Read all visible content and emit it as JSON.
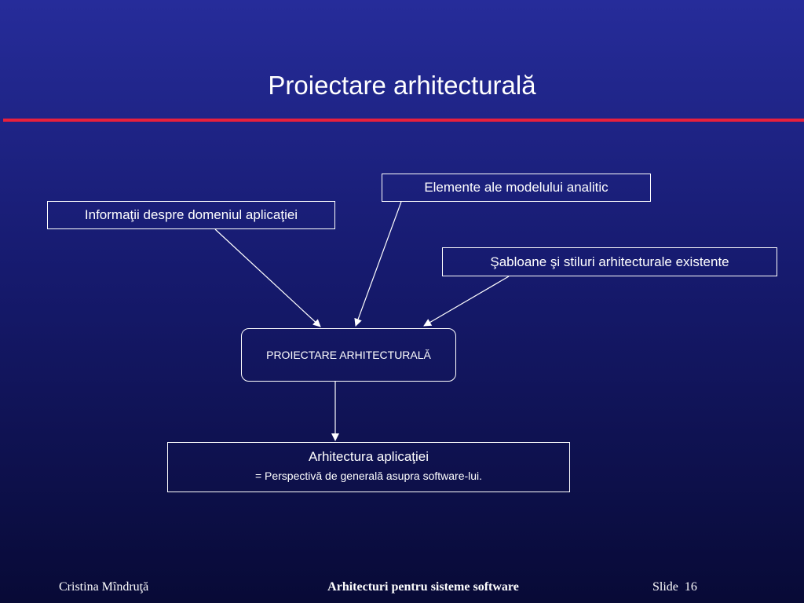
{
  "slide": {
    "title": "Proiectare arhitecturală"
  },
  "diagram": {
    "inputs": {
      "domain_info": "Informaţii despre domeniul aplicaţiei",
      "analytic_elements": "Elemente ale modelului analitic",
      "patterns": "Şabloane şi stiluri arhitecturale existente"
    },
    "process": "PROIECTARE ARHITECTURALĂ",
    "output": {
      "title": "Arhitectura aplicaţiei",
      "description": "= Perspectivă de generală asupra software-lui."
    }
  },
  "footer": {
    "author": "Cristina Mîndruţă",
    "course": "Arhitecturi pentru sisteme software",
    "slide_label": "Slide",
    "slide_number": "16"
  },
  "colors": {
    "background_top": "#262c9a",
    "background_bottom": "#080a36",
    "rule": "#e8203c",
    "text": "#ffffff"
  }
}
